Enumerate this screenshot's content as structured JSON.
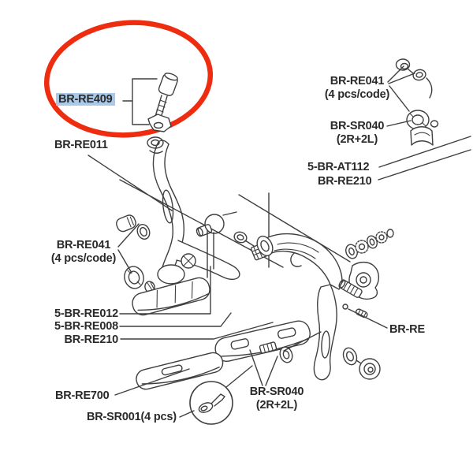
{
  "diagram": {
    "kind": "bicycle-brake-exploded-parts-diagram",
    "background": "#ffffff",
    "line_color": "#3f3f3f",
    "text_color": "#2a2a2a",
    "highlight_color": "#a9c9e8",
    "annotation_circle_color": "#ee2d10"
  },
  "labels": {
    "br_re409": "BR-RE409",
    "br_re011": "BR-RE011",
    "br_re041": "BR-RE041",
    "qty_4pcs_code": "(4 pcs/code)",
    "five_br_re012": "5-BR-RE012",
    "five_br_re008": "5-BR-RE008",
    "br_re210": "BR-RE210",
    "br_re700": "BR-RE700",
    "br_sr001": "BR-SR001",
    "qty_4pcs": "(4 pcs)",
    "br_sr040": "BR-SR040",
    "qty_2r2l": "(2R+2L)",
    "five_br_at112": "5-BR-AT112",
    "br_re_partial": "BR-RE"
  }
}
